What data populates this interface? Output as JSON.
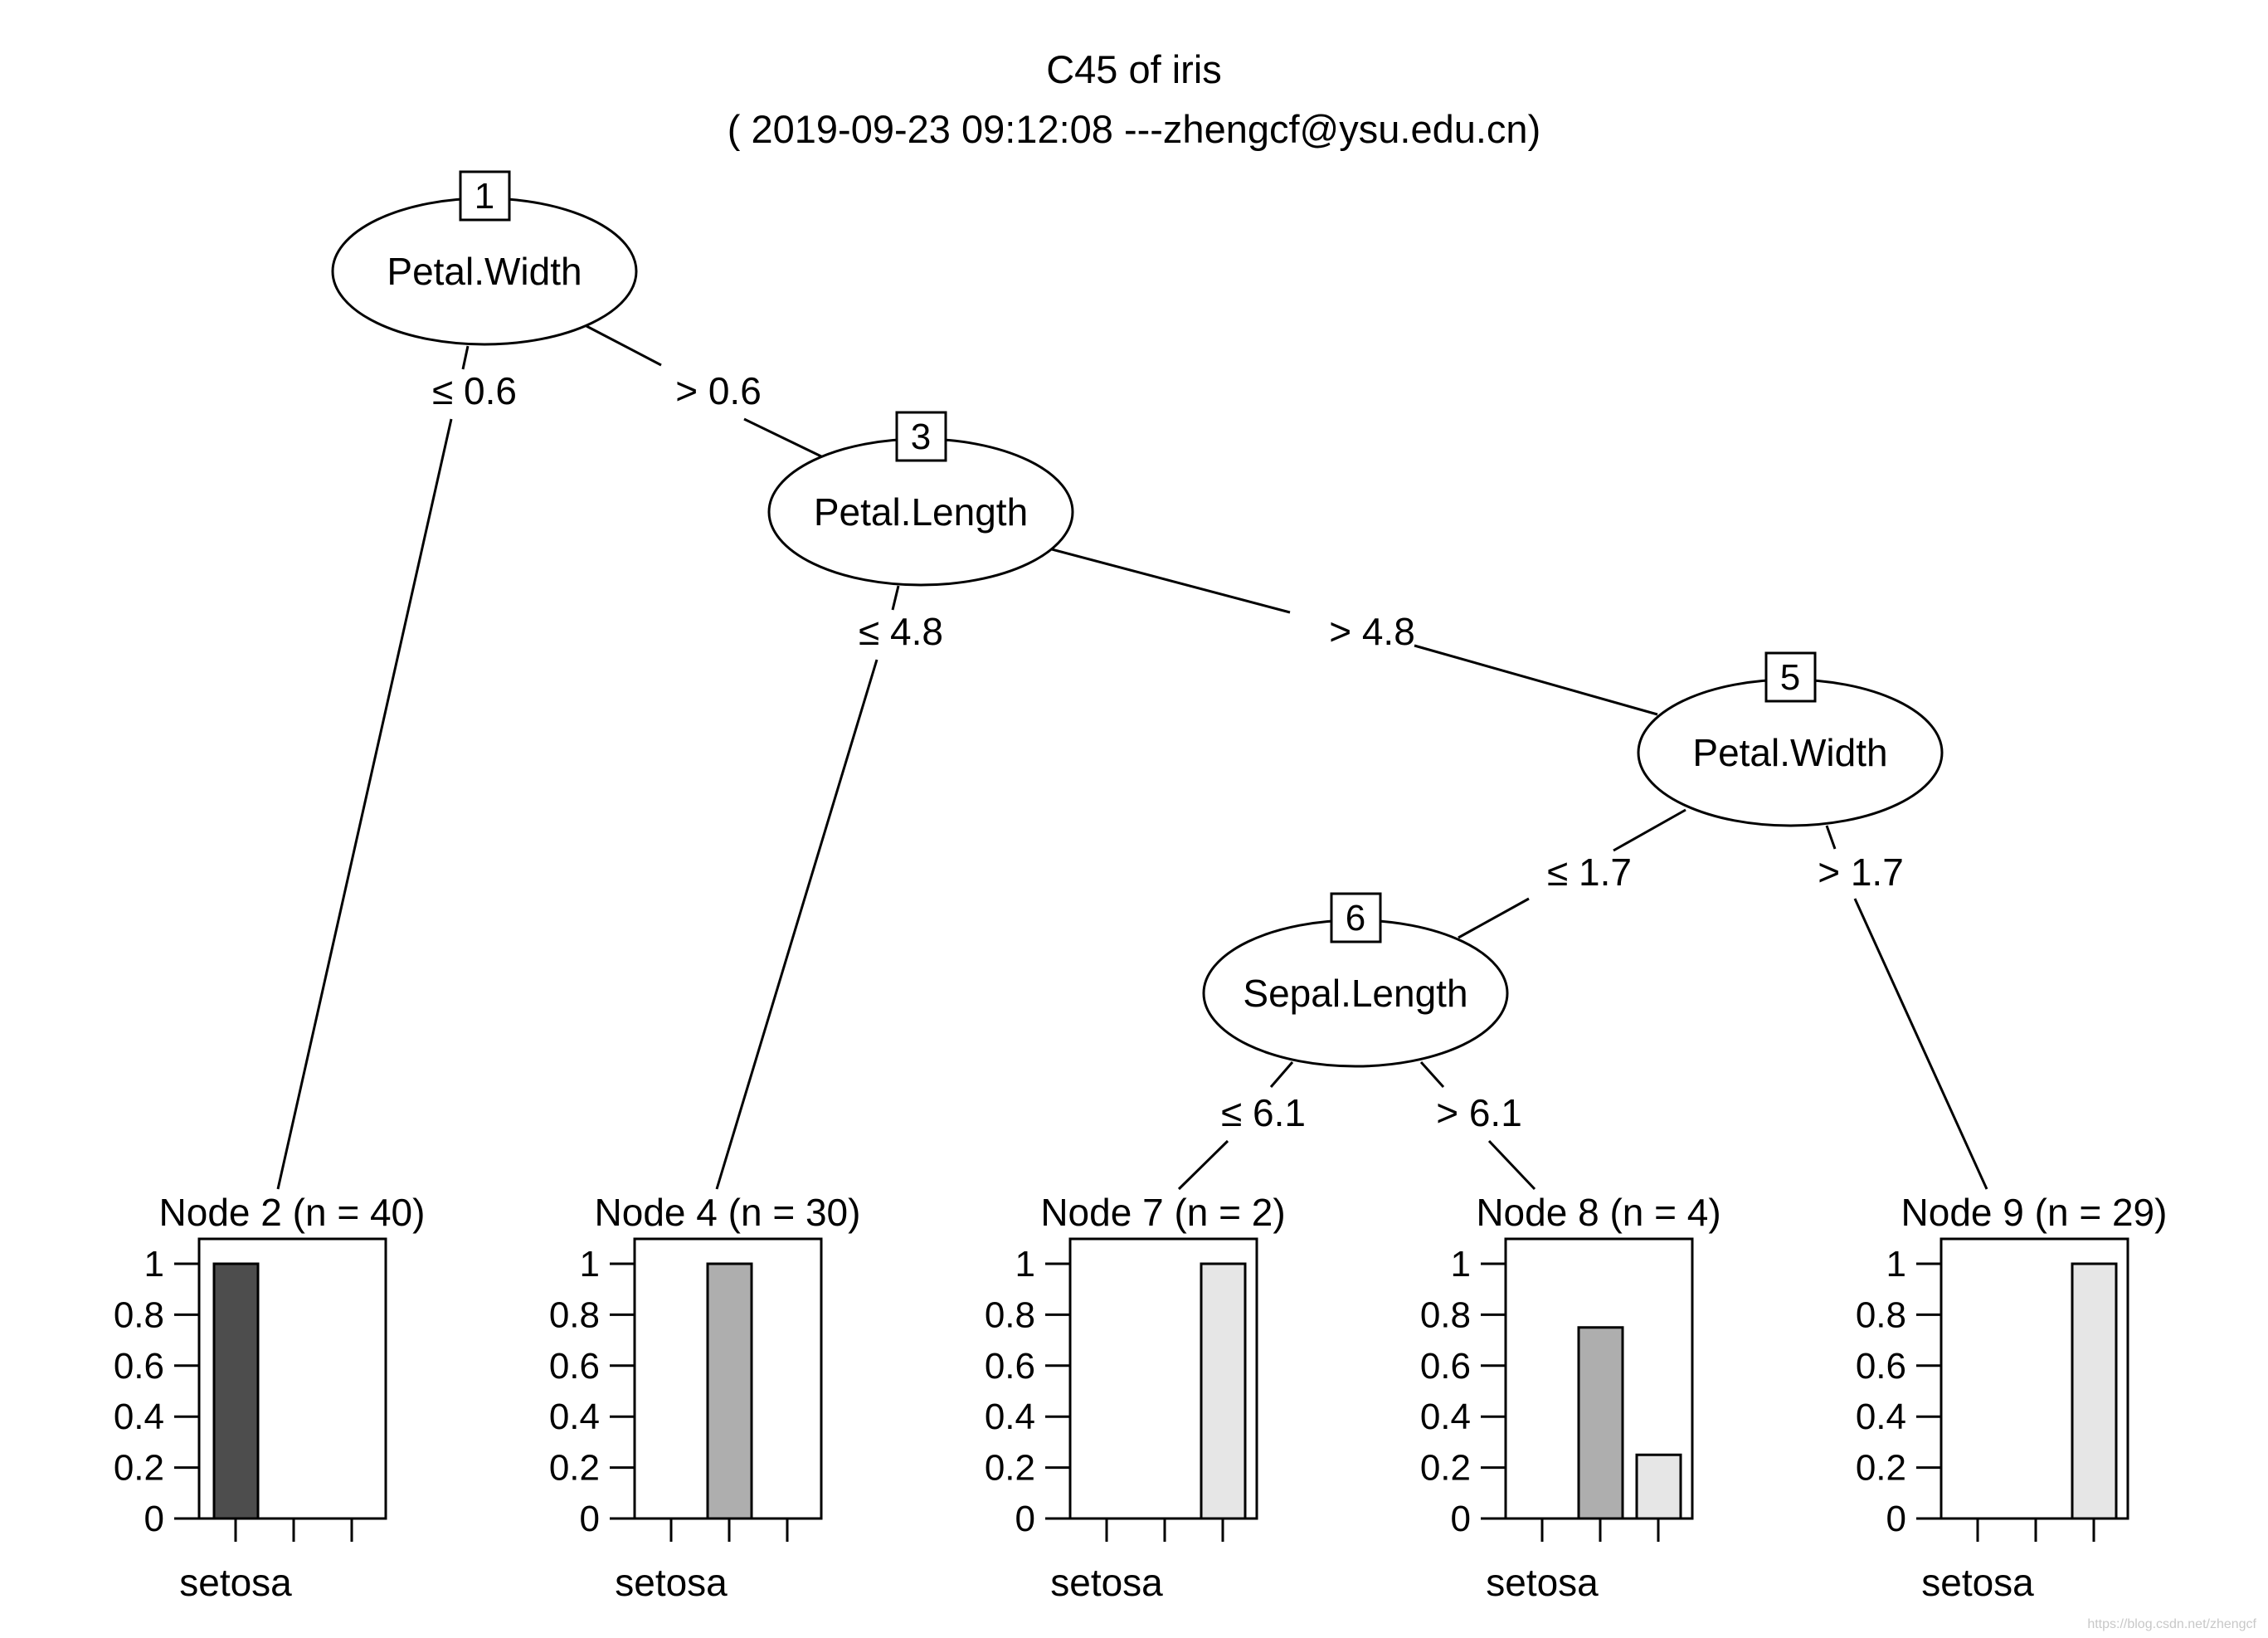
{
  "title": "C45 of iris",
  "subtitle": "( 2019-09-23 09:12:08 ---zhengcf@ysu.edu.cn)",
  "inner_nodes": [
    {
      "id": "1",
      "variable": "Petal.Width"
    },
    {
      "id": "3",
      "variable": "Petal.Length"
    },
    {
      "id": "5",
      "variable": "Petal.Width"
    },
    {
      "id": "6",
      "variable": "Sepal.Length"
    }
  ],
  "edges": [
    {
      "label": "≤ 0.6"
    },
    {
      "label": "> 0.6"
    },
    {
      "label": "≤ 4.8"
    },
    {
      "label": "> 4.8"
    },
    {
      "label": "≤ 1.7"
    },
    {
      "label": "> 1.7"
    },
    {
      "label": "≤ 6.1"
    },
    {
      "label": "> 6.1"
    }
  ],
  "leaves": [
    {
      "title": "Node 2 (n = 40)",
      "probs": [
        1,
        0,
        0
      ]
    },
    {
      "title": "Node 4 (n = 30)",
      "probs": [
        0,
        1,
        0
      ]
    },
    {
      "title": "Node 7 (n = 2)",
      "probs": [
        0,
        0,
        1
      ]
    },
    {
      "title": "Node 8 (n = 4)",
      "probs": [
        0,
        0.75,
        0.25
      ]
    },
    {
      "title": "Node 9 (n = 29)",
      "probs": [
        0,
        0,
        1
      ]
    }
  ],
  "class_label": "setosa",
  "y_ticks": [
    "0",
    "0.2",
    "0.4",
    "0.6",
    "0.8",
    "1"
  ],
  "y_tick_values": [
    0,
    0.2,
    0.4,
    0.6,
    0.8,
    1
  ],
  "class_colors": [
    "#4d4d4d",
    "#aeaeae",
    "#e6e6e6"
  ],
  "watermark": "https://blog.csdn.net/zhengcf"
}
